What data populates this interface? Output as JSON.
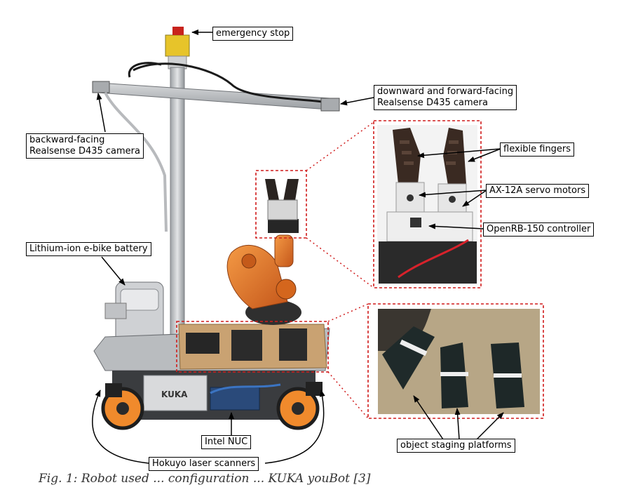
{
  "labels": {
    "emergency_stop": "emergency stop",
    "front_camera_line1": "downward and forward-facing",
    "front_camera_line2": "Realsense D435 camera",
    "back_camera_line1": "backward-facing",
    "back_camera_line2": "Realsense D435 camera",
    "flexible_fingers": "flexible fingers",
    "servo_motors": "AX-12A servo motors",
    "controller": "OpenRB-150 controller",
    "battery": "Lithium-ion e-bike battery",
    "intel_nuc": "Intel NUC",
    "laser_scanners": "Hokuyo laser scanners",
    "staging_platforms": "object staging platforms",
    "kuka_logo": "KUKA"
  },
  "caption": "Fig. 1: Robot used ... configuration ... KUKA youBot [3]",
  "colors": {
    "highlight_box": "#d01c1c",
    "arm_orange": "#e8731f",
    "wheel_orange": "#f08a2c",
    "aluminum": "#c7c9cb",
    "wood": "#c9a272",
    "dark": "#2a2a2a"
  }
}
